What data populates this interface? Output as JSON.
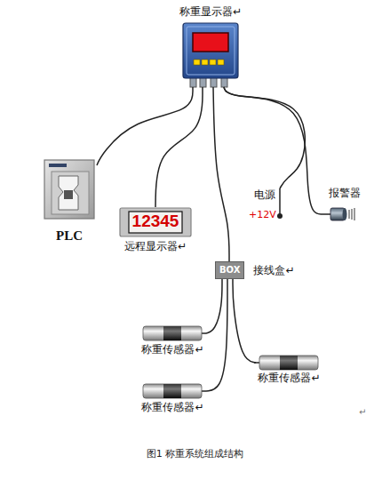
{
  "diagram": {
    "caption": "图1 称重系统组成结构",
    "nodes": [
      {
        "text": [
          "称重显示器↵"
        ]
      },
      {
        "text": [
          "PLC"
        ]
      },
      {
        "text": [
          "12345",
          "远程显示器↵"
        ]
      },
      {
        "text": [
          "电源",
          "+12V"
        ]
      },
      {
        "text": [
          "报警器"
        ]
      },
      {
        "text": [
          "BOX",
          "接线盒↵"
        ]
      },
      {
        "text": [
          "称重传感器↵"
        ]
      },
      {
        "text": [
          "称重传感器↵"
        ]
      },
      {
        "text": [
          "称重传感器↵"
        ]
      }
    ],
    "edges": [
      {
        "from": 0,
        "to": 1,
        "arrow": "none"
      },
      {
        "from": 0,
        "to": 2,
        "arrow": "none"
      },
      {
        "from": 0,
        "to": 5,
        "arrow": "none"
      },
      {
        "from": 0,
        "to": 3,
        "arrow": "none"
      },
      {
        "from": 0,
        "to": 4,
        "arrow": "none"
      },
      {
        "from": 5,
        "to": 6,
        "arrow": "none"
      },
      {
        "from": 5,
        "to": 7,
        "arrow": "none"
      },
      {
        "from": 5,
        "to": 8,
        "arrow": "none"
      }
    ],
    "labels": [
      "↵"
    ]
  }
}
